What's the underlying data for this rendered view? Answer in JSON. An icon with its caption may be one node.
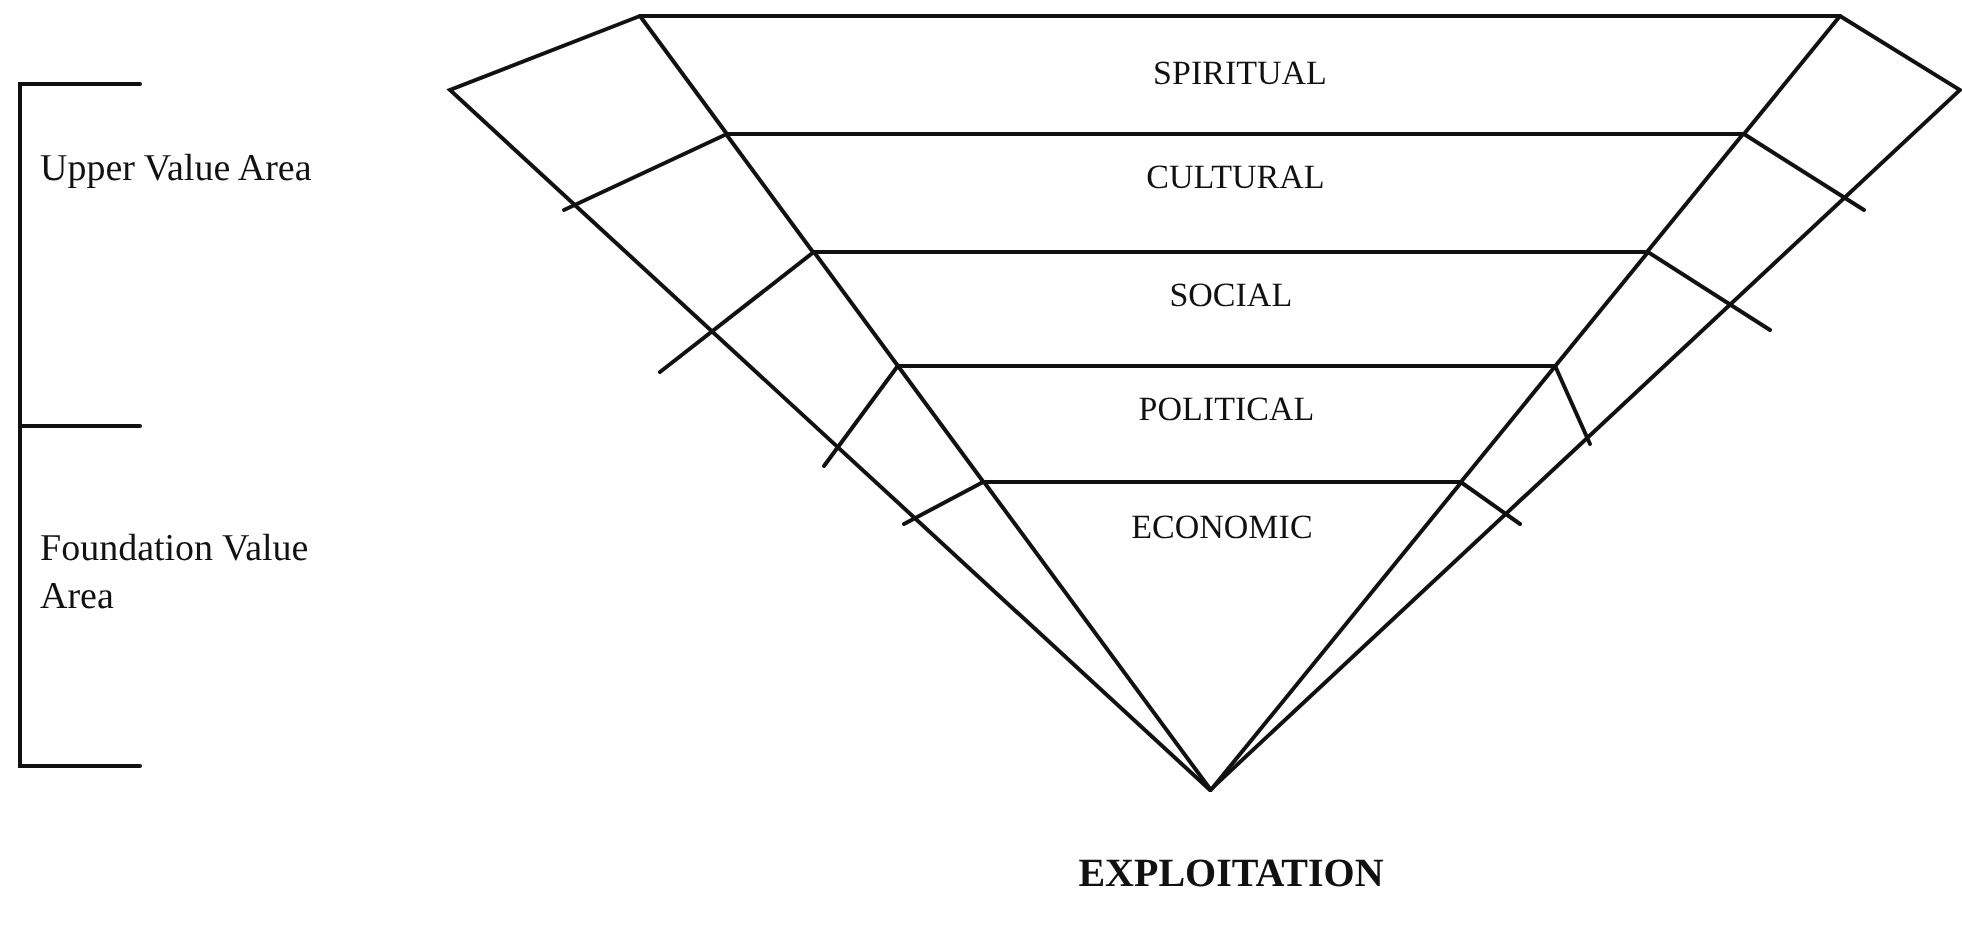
{
  "diagram": {
    "caption": "EXPLOITATION",
    "nodes": [
      {
        "text": [
          "SPIRITUAL"
        ]
      },
      {
        "text": [
          "CULTURAL"
        ]
      },
      {
        "text": [
          "SOCIAL"
        ]
      },
      {
        "text": [
          "POLITICAL"
        ]
      },
      {
        "text": [
          "ECONOMIC"
        ]
      }
    ],
    "labels": [
      "Upper Value Area",
      "Foundation Value Area"
    ]
  }
}
